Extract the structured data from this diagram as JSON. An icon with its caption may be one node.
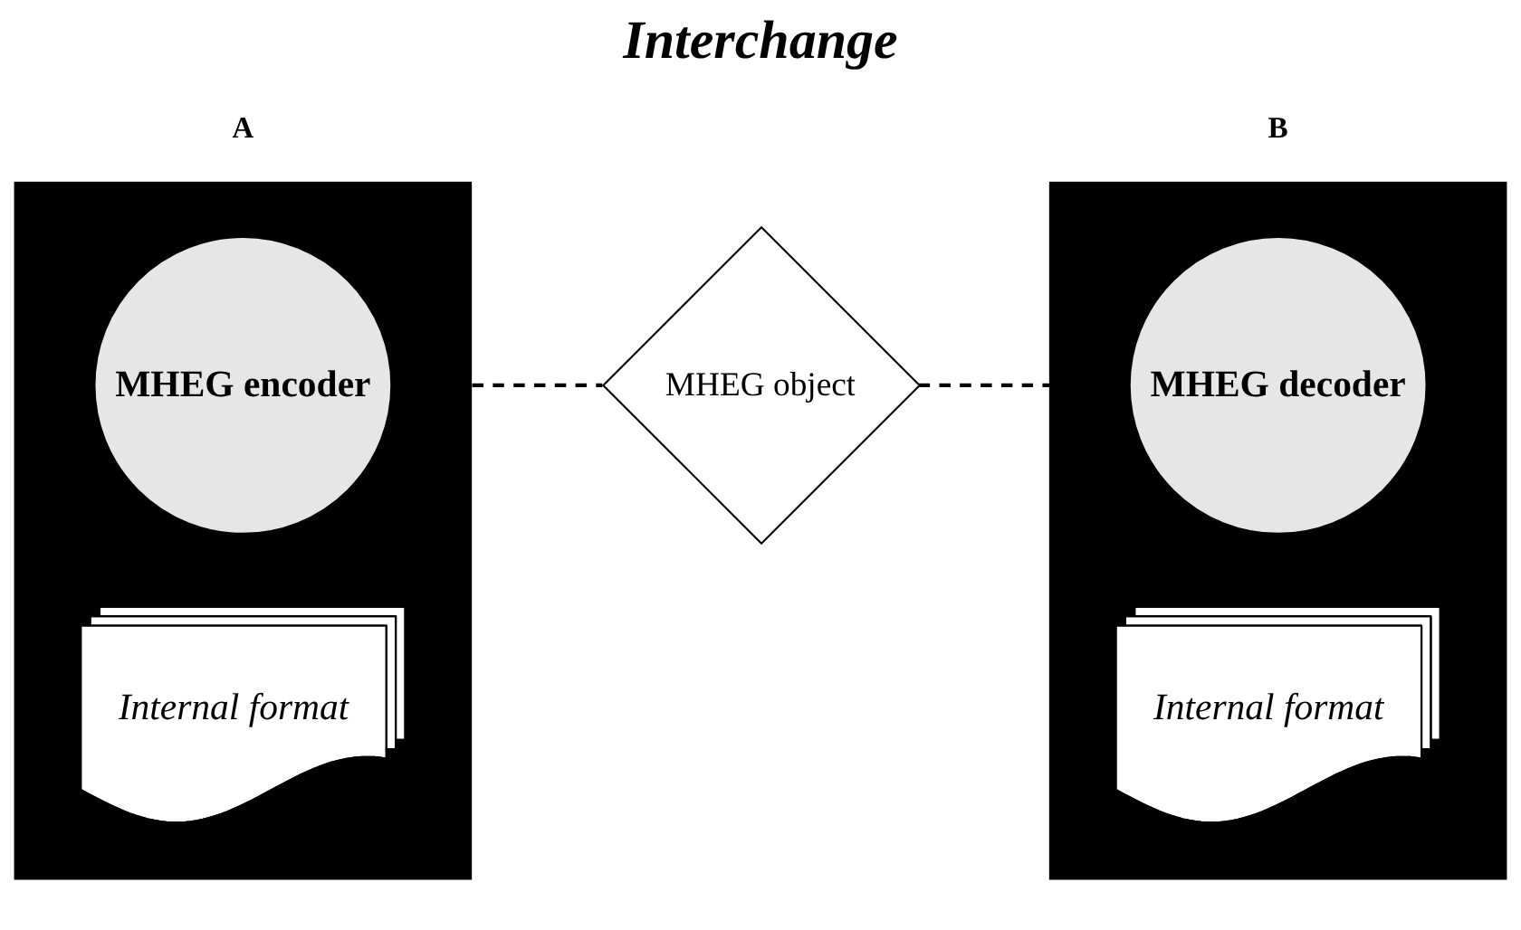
{
  "diagram": {
    "title": "Interchange",
    "nodes": [
      {
        "text": [
          "A"
        ]
      },
      {
        "text": [
          "MHEG encoder"
        ],
        "in": 0
      },
      {
        "text": [
          "Internal format"
        ],
        "in": 0
      },
      {
        "text": [
          "MHEG object"
        ]
      },
      {
        "text": [
          "B"
        ]
      },
      {
        "text": [
          "MHEG decoder"
        ],
        "in": 4
      },
      {
        "text": [
          "Internal format"
        ],
        "in": 4
      }
    ],
    "edges": [
      {
        "from": 1,
        "to": 3,
        "arrow": "none",
        "style": "dashed"
      },
      {
        "from": 3,
        "to": 5,
        "arrow": "to",
        "style": "dashed"
      }
    ]
  }
}
